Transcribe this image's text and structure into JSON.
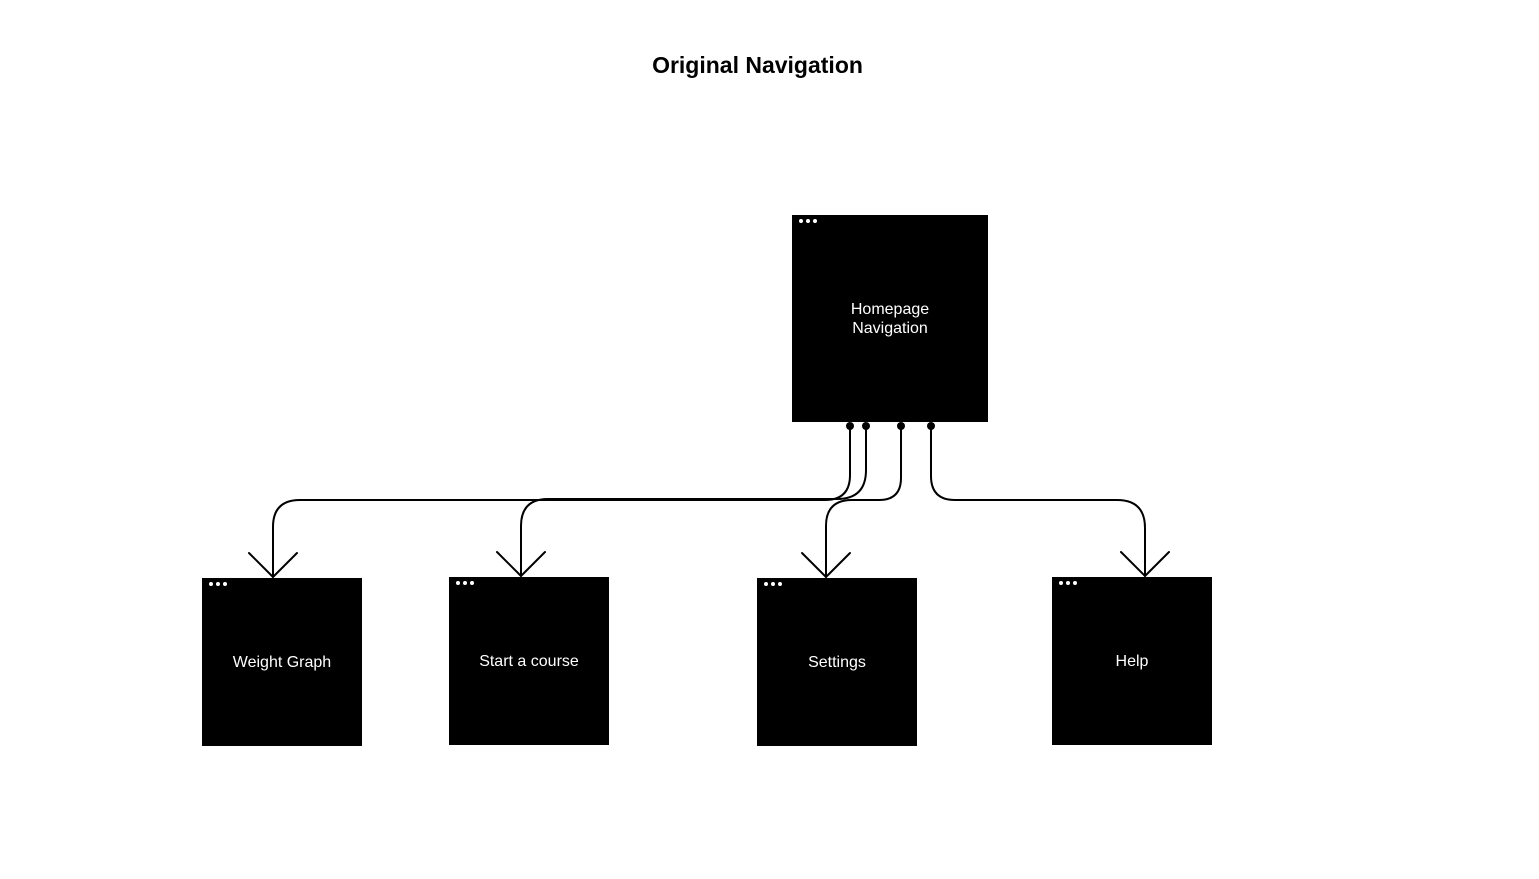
{
  "diagram": {
    "title": "Original Navigation",
    "root": {
      "label": "Homepage\nNavigation",
      "icon": "window-dots-icon"
    },
    "children": [
      {
        "label": "Weight Graph",
        "icon": "window-dots-icon"
      },
      {
        "label": "Start a course",
        "icon": "window-dots-icon"
      },
      {
        "label": "Settings",
        "icon": "window-dots-icon"
      },
      {
        "label": "Help",
        "icon": "window-dots-icon"
      }
    ],
    "connections": [
      {
        "from": "Homepage Navigation",
        "to": "Weight Graph"
      },
      {
        "from": "Homepage Navigation",
        "to": "Start a course"
      },
      {
        "from": "Homepage Navigation",
        "to": "Settings"
      },
      {
        "from": "Homepage Navigation",
        "to": "Help"
      }
    ]
  }
}
